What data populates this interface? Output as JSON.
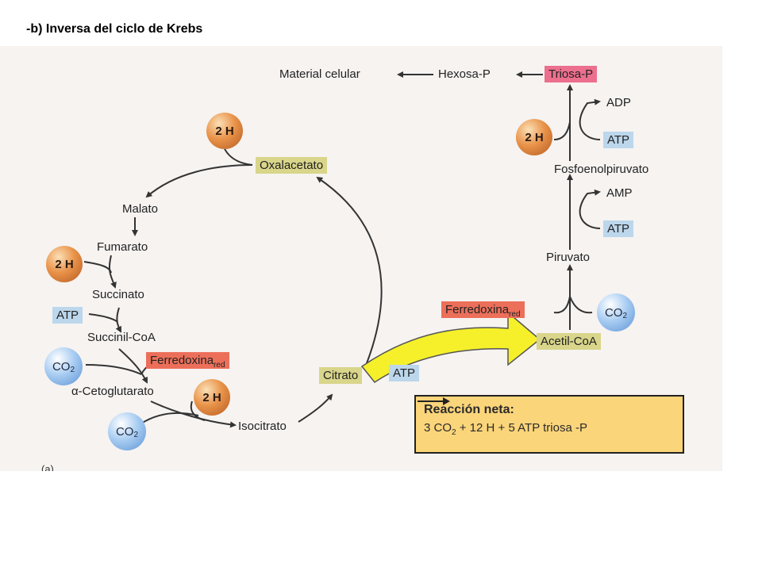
{
  "slide_title": "-b) Inversa del ciclo de Krebs",
  "diagram": {
    "top_chain": {
      "material": "Material celular",
      "hexosa": "Hexosa-P",
      "triosa": "Triosa-P"
    },
    "right_chain": {
      "adp": "ADP",
      "atp_1": "ATP",
      "h2_right": "2 H",
      "pep": "Fosfoenolpiruvato",
      "amp": "AMP",
      "atp_2": "ATP",
      "piruvato": "Piruvato",
      "ferredoxina_right": "Ferredoxina",
      "ferredoxina_right_sub": "red",
      "co2_right": "CO",
      "co2_right_sub": "2",
      "acetil": "Acetil-CoA"
    },
    "cycle": {
      "h2_top": "2 H",
      "oxalacetato": "Oxalacetato",
      "malato": "Malato",
      "fumarato": "Fumarato",
      "h2_left": "2 H",
      "succinato": "Succinato",
      "atp_left": "ATP",
      "succinil": "Succinil-CoA",
      "ferredoxina_left": "Ferredoxina",
      "ferredoxina_left_sub": "red",
      "co2_left": "CO",
      "co2_left_sub": "2",
      "cetoglutarato": "α-Cetoglutarato",
      "h2_bottom": "2 H",
      "co2_bottom": "CO",
      "co2_bottom_sub": "2",
      "isocitrato": "Isocitrato",
      "citrato": "Citrato",
      "atp_bottom": "ATP"
    },
    "net": {
      "title": "Reacción neta:",
      "equation_left": "3 CO",
      "equation_sub": "2",
      "equation_mid": " + 12 H + 5 ATP",
      "equation_right": "triosa -P"
    },
    "figure_letter": "(a)",
    "colors": {
      "yellow_box": "#d9d58a",
      "blue_box": "#bcd7ec",
      "red_box": "#ec6f5a",
      "pink_box": "#ec6f8e",
      "big_arrow": "#f5f02a",
      "net_box": "#fbd57a"
    }
  }
}
